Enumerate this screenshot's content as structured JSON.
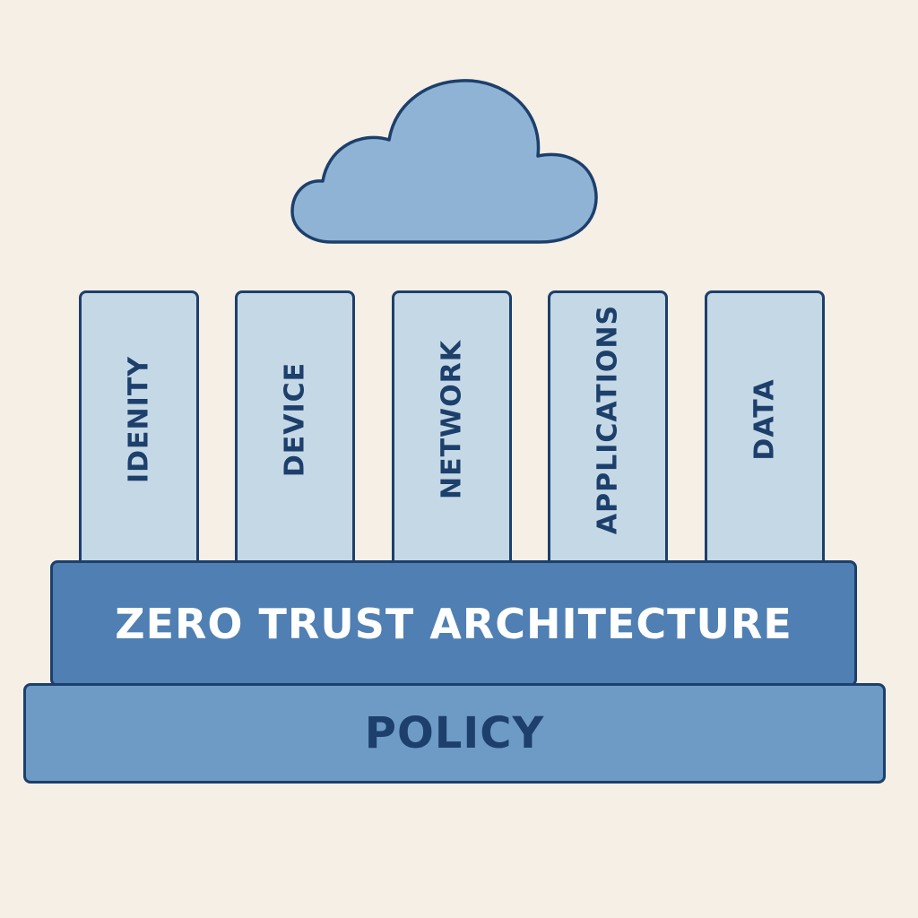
{
  "diagram": {
    "icons": {
      "cloud": "cloud-icon"
    },
    "pillars": [
      {
        "label": "IDENITY"
      },
      {
        "label": "DEVICE"
      },
      {
        "label": "NETWORK"
      },
      {
        "label": "APPLICATIONS"
      },
      {
        "label": "DATA"
      }
    ],
    "architecture_label": "ZERO TRUST ARCHITECTURE",
    "foundation_label": "POLICY",
    "colors": {
      "background": "#f5efe6",
      "outline": "#1d3f6b",
      "cloud_fill": "#8fb3d4",
      "pillar_fill": "#c5d8e6",
      "architecture_fill": "#4f7fb3",
      "policy_fill": "#6e9ac6"
    }
  }
}
